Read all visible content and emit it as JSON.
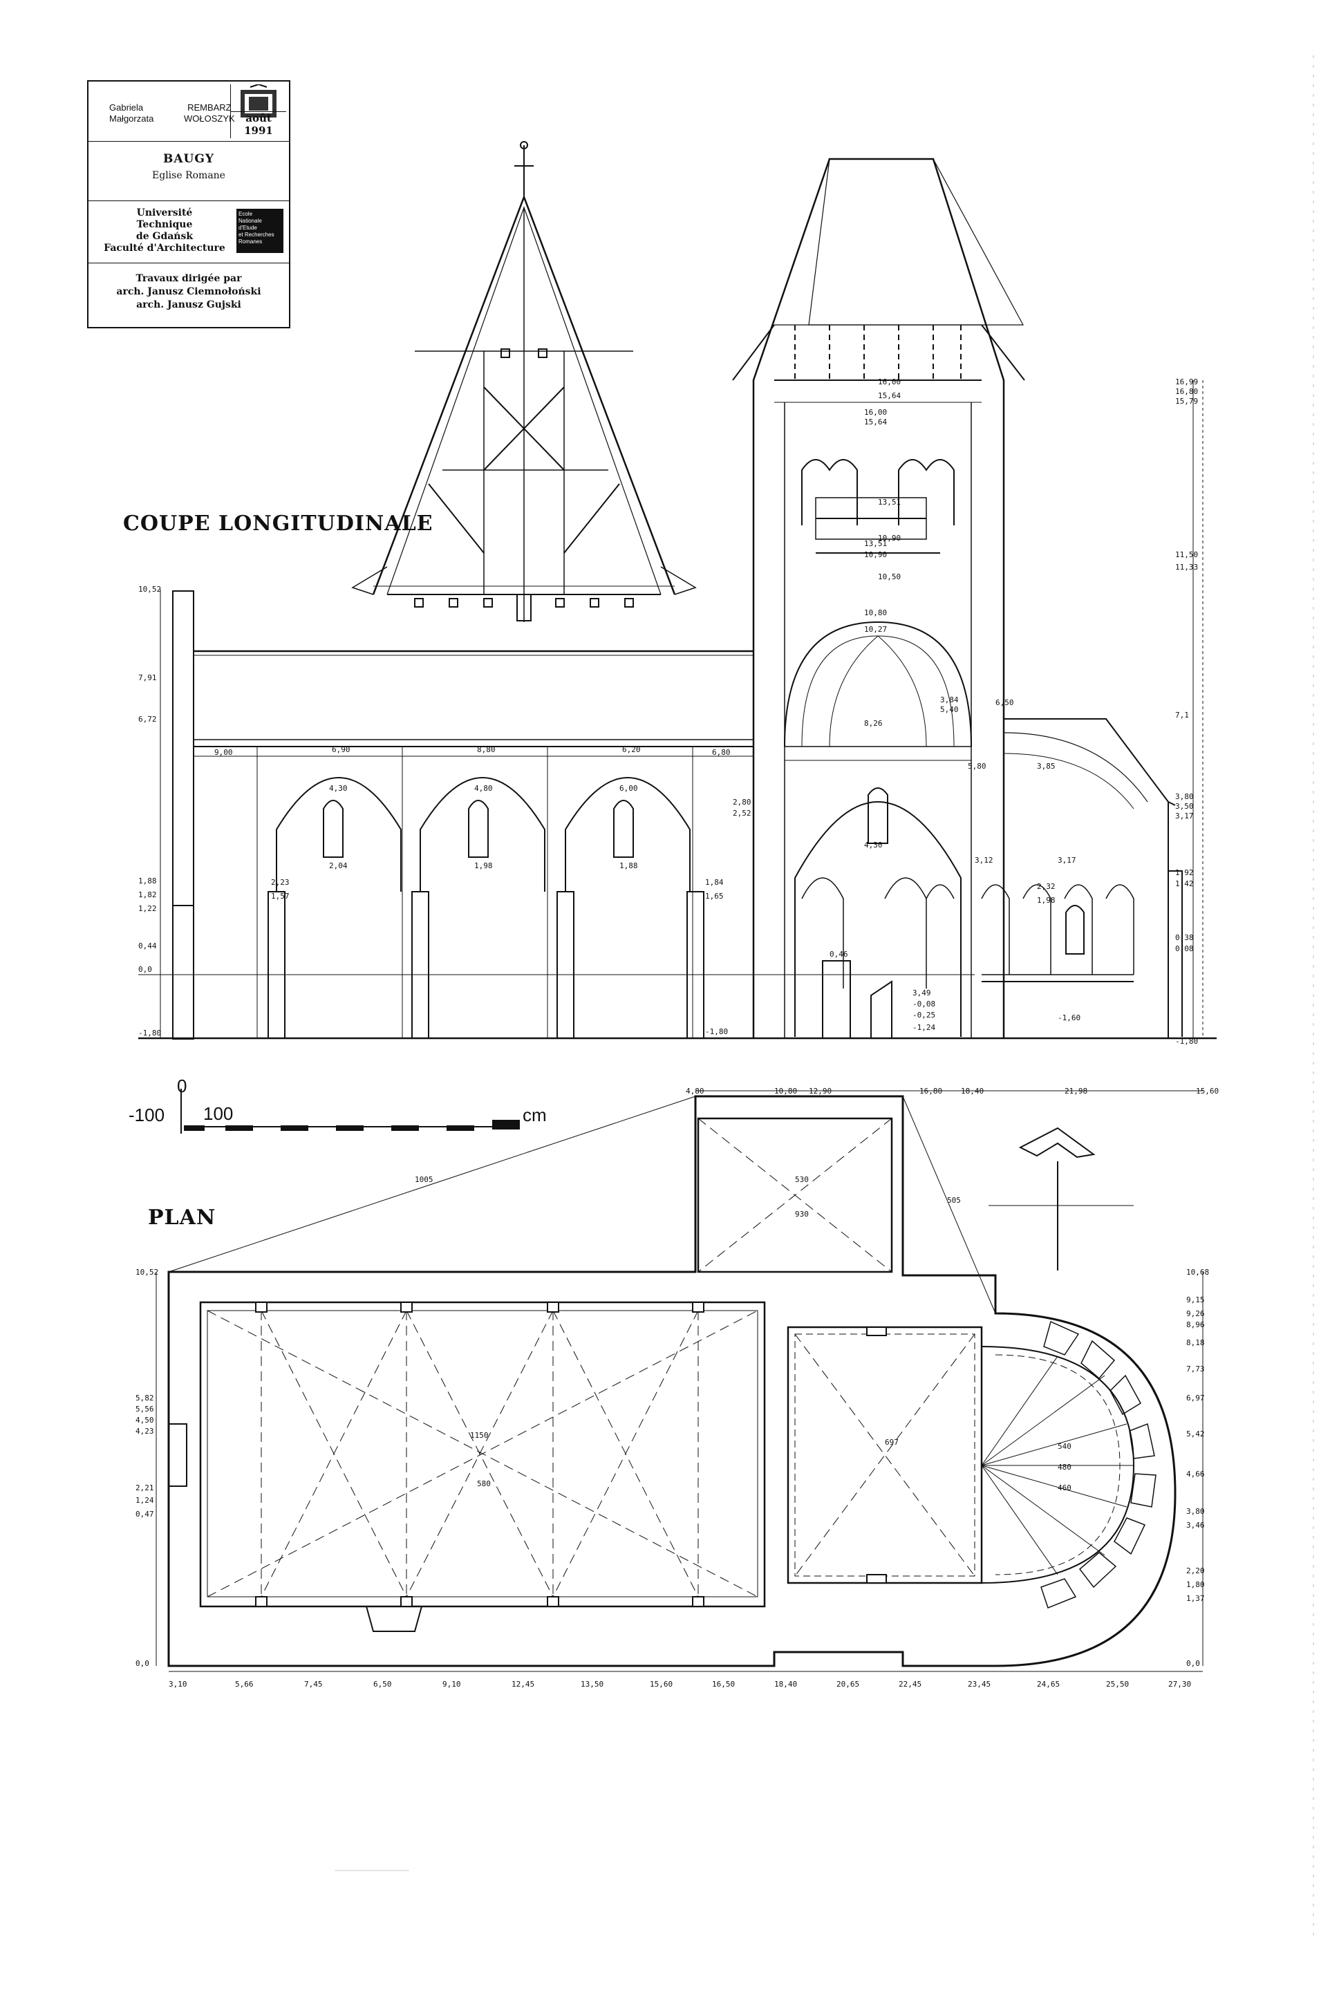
{
  "title_block": {
    "authors_first": "Gabriela\nMałgorzata",
    "authors_last": "REMBARZ\nWOŁOSZYK",
    "date": "août 1991",
    "project_name": "BAUGY",
    "project_sub": "Eglise Romane",
    "school_lines": "Université\nTechnique\nde Gdańsk\nFaculté d'Architecture",
    "logo_text": "Ecole\nNationale\nd'Etude\net Recherches\nRomanes",
    "direction_lines": "Travaux dirigée par\narch. Janusz Ciemnołoński\narch. Janusz Gujski"
  },
  "headings": {
    "section": "COUPE LONGITUDINALE",
    "plan": "PLAN"
  },
  "scale": {
    "left_label": "-100",
    "zero_label": "0",
    "mid_label": "100",
    "unit": "cm"
  },
  "section_levels_left": [
    "10,52",
    "7,91",
    "6,72",
    "1,88",
    "1,82",
    "1,22",
    "0,44",
    "0,0",
    "-1,80"
  ],
  "section_levels_right": [
    "16,99",
    "16,80",
    "15,79",
    "11,50",
    "11,33",
    "7,1",
    "3,80",
    "3,50",
    "3,17",
    "1,92",
    "1,42",
    "0,38",
    "0,08",
    "-1,80"
  ],
  "section_dims": [
    "9,00",
    "6,90",
    "8,80",
    "6,20",
    "6,80",
    "4,30",
    "4,80",
    "6,00",
    "5,40",
    "3,84",
    "2,80",
    "2,52",
    "2,04",
    "1,98",
    "1,88",
    "1,84",
    "2,23",
    "1,57",
    "1,65",
    "0,46",
    "5,80",
    "3,85",
    "6,50",
    "3,12",
    "3,17",
    "2,32",
    "1,98",
    "16,00",
    "15,64",
    "13,51",
    "10,90",
    "10,80",
    "10,27",
    "8,26",
    "4,30",
    "3,49",
    "-0,08",
    "-0,25",
    "-1,24",
    "-1,60",
    "-1,80"
  ],
  "plan_dims_top": [
    "4,80",
    "10,80",
    "12,90",
    "16,80",
    "18,40",
    "21,98",
    "15,60"
  ],
  "plan_dims_right": [
    "10,68",
    "9,15",
    "9,26",
    "8,96",
    "8,18",
    "7,73",
    "6,97",
    "5,42",
    "4,66",
    "3,80",
    "3,46",
    "2,20",
    "1,80",
    "1,37",
    "0,0"
  ],
  "plan_dims_left": [
    "10,52",
    "5,82",
    "5,56",
    "4,50",
    "4,23",
    "2,21",
    "1,24",
    "0,47",
    "0,0"
  ],
  "plan_dims_bottom": [
    "3,10",
    "5,66",
    "7,45",
    "6,50",
    "9,10",
    "12,45",
    "13,50",
    "15,60",
    "16,50",
    "18,40",
    "20,65",
    "22,45",
    "23,45",
    "24,65",
    "25,50",
    "27,30"
  ],
  "plan_diagonals": [
    "1005",
    "505",
    "530",
    "930",
    "1150",
    "580",
    "697",
    "540",
    "480",
    "460"
  ],
  "tower_level_labels": [
    "16,00",
    "15,64",
    "13,51",
    "10,90",
    "10,50"
  ]
}
